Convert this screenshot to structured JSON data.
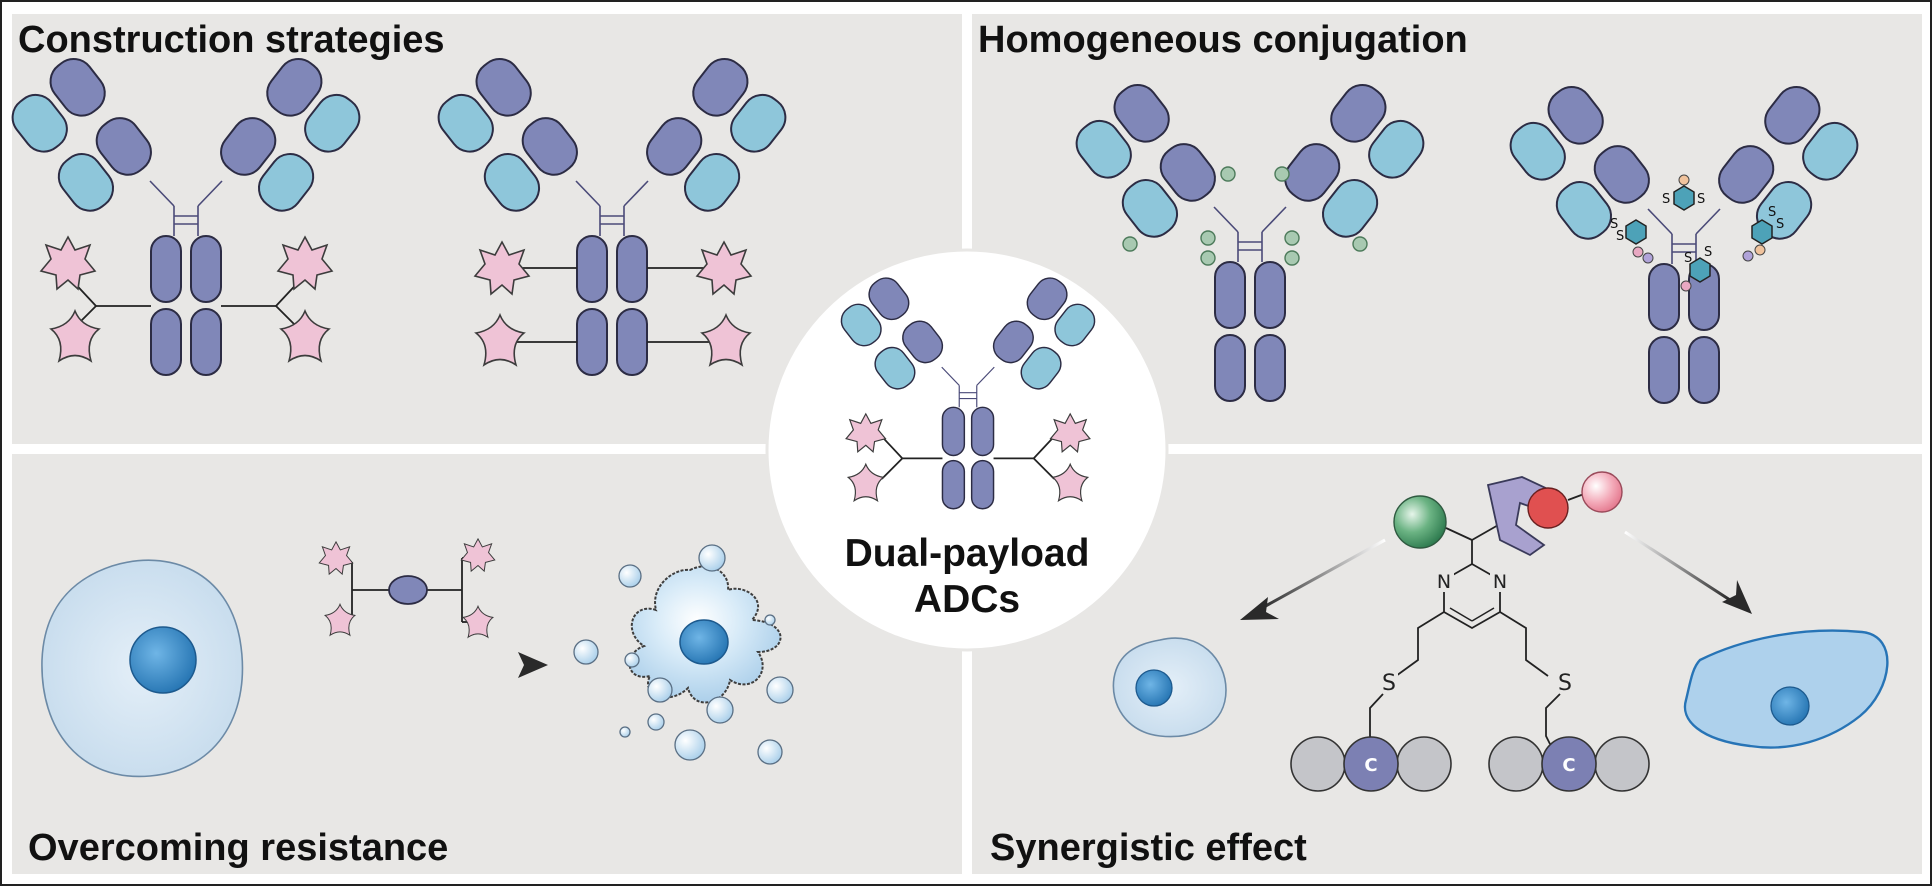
{
  "panels": {
    "construction": {
      "title": "Construction strategies"
    },
    "homogeneous": {
      "title": "Homogeneous conjugation"
    },
    "resistance": {
      "title": "Overcoming resistance"
    },
    "synergistic": {
      "title": "Synergistic effect"
    }
  },
  "center": {
    "line1": "Dual-payload",
    "line2": "ADCs"
  },
  "chemistry": {
    "nitrogen": "N",
    "sulfur": "S",
    "cysteine": "C",
    "disulfide": "S"
  },
  "colors": {
    "panel_bg": "#e8e7e5",
    "heavy_chain": "#8087b8",
    "light_chain": "#8ec6da",
    "payload_pink": "#efc3d6",
    "cell_light": "#cfe2f1",
    "nucleus": "#2f84c2",
    "payload_green": "#4e9a6b",
    "payload_red": "#e05050",
    "linker_purple": "#a8a1cf"
  },
  "icons": [
    "antibody-icon",
    "star-payload-icon",
    "cancer-cell-icon",
    "dead-cell-icon",
    "pyrimidine-linker-icon"
  ]
}
